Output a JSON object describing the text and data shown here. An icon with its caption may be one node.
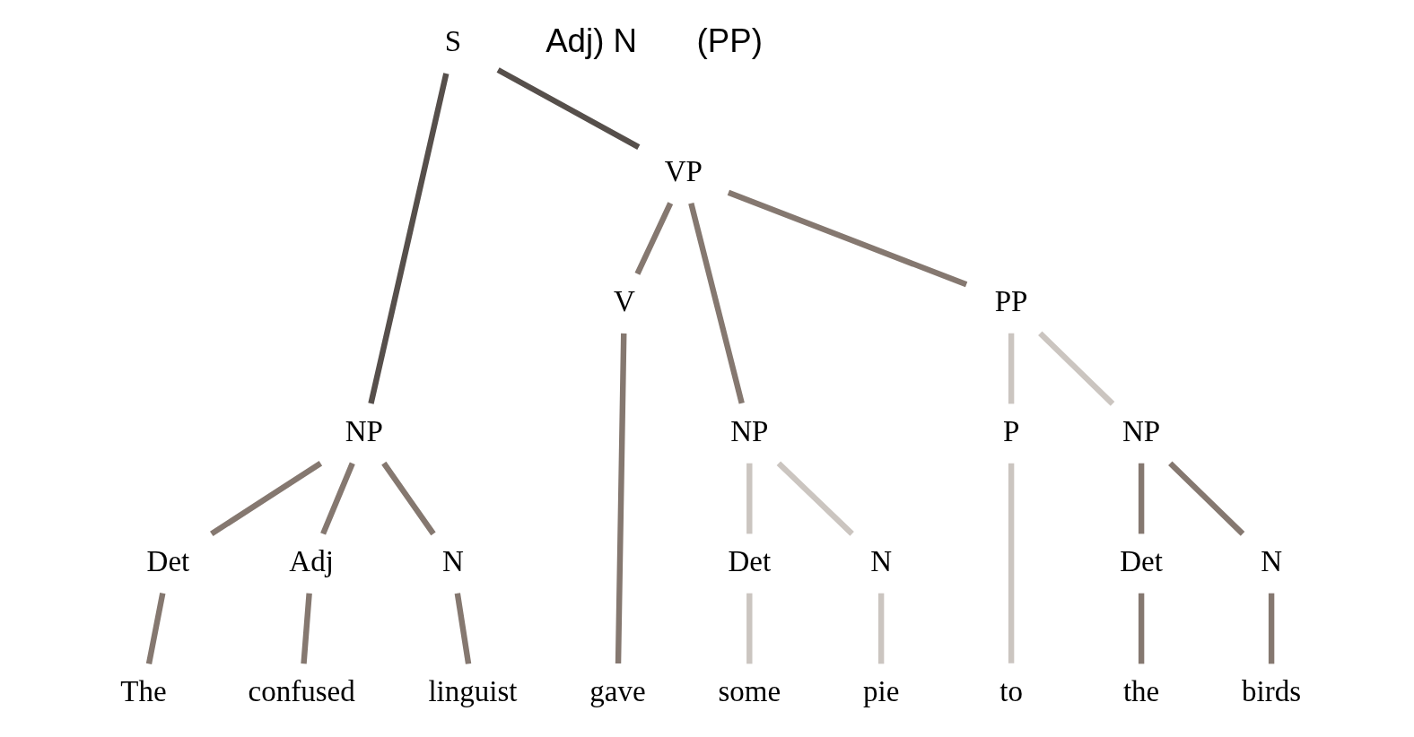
{
  "diagram": {
    "nodes": [
      {
        "text": [
          "S"
        ]
      },
      {
        "text": [
          "NP"
        ]
      },
      {
        "text": [
          "VP"
        ]
      },
      {
        "text": [
          "Det"
        ]
      },
      {
        "text": [
          "Adj"
        ]
      },
      {
        "text": [
          "N"
        ]
      },
      {
        "text": [
          "V"
        ]
      },
      {
        "text": [
          "NP"
        ]
      },
      {
        "text": [
          "PP"
        ]
      },
      {
        "text": [
          "Det"
        ]
      },
      {
        "text": [
          "N"
        ]
      },
      {
        "text": [
          "P"
        ]
      },
      {
        "text": [
          "NP"
        ]
      },
      {
        "text": [
          "Det"
        ]
      },
      {
        "text": [
          "N"
        ]
      },
      {
        "text": [
          "The"
        ]
      },
      {
        "text": [
          "confused"
        ]
      },
      {
        "text": [
          "linguist"
        ]
      },
      {
        "text": [
          "gave"
        ]
      },
      {
        "text": [
          "some"
        ]
      },
      {
        "text": [
          "pie"
        ]
      },
      {
        "text": [
          "to"
        ]
      },
      {
        "text": [
          "the"
        ]
      },
      {
        "text": [
          "birds"
        ]
      }
    ],
    "edges": [
      {
        "from": 0,
        "to": 1,
        "arrow": "none",
        "color": "#564f4b"
      },
      {
        "from": 0,
        "to": 2,
        "arrow": "none",
        "color": "#564f4b"
      },
      {
        "from": 1,
        "to": 3,
        "arrow": "none"
      },
      {
        "from": 1,
        "to": 4,
        "arrow": "none"
      },
      {
        "from": 1,
        "to": 5,
        "arrow": "none"
      },
      {
        "from": 2,
        "to": 6,
        "arrow": "none"
      },
      {
        "from": 2,
        "to": 7,
        "arrow": "none"
      },
      {
        "from": 2,
        "to": 8,
        "arrow": "none"
      },
      {
        "from": 3,
        "to": 15,
        "arrow": "none"
      },
      {
        "from": 4,
        "to": 16,
        "arrow": "none"
      },
      {
        "from": 5,
        "to": 17,
        "arrow": "none"
      },
      {
        "from": 6,
        "to": 18,
        "arrow": "none"
      },
      {
        "from": 7,
        "to": 9,
        "arrow": "none",
        "color": "#cbc5c0"
      },
      {
        "from": 7,
        "to": 10,
        "arrow": "none",
        "color": "#cbc5c0"
      },
      {
        "from": 8,
        "to": 11,
        "arrow": "none",
        "color": "#cbc5c0"
      },
      {
        "from": 8,
        "to": 12,
        "arrow": "none",
        "color": "#cbc5c0"
      },
      {
        "from": 9,
        "to": 19,
        "arrow": "none",
        "color": "#cbc5c0"
      },
      {
        "from": 10,
        "to": 20,
        "arrow": "none",
        "color": "#cbc5c0"
      },
      {
        "from": 11,
        "to": 21,
        "arrow": "none",
        "color": "#cbc5c0"
      },
      {
        "from": 12,
        "to": 13,
        "arrow": "none"
      },
      {
        "from": 12,
        "to": 14,
        "arrow": "none"
      },
      {
        "from": 13,
        "to": 22,
        "arrow": "none"
      },
      {
        "from": 14,
        "to": 23,
        "arrow": "none"
      }
    ],
    "labels": [
      "Adj) N",
      "(PP)"
    ]
  }
}
